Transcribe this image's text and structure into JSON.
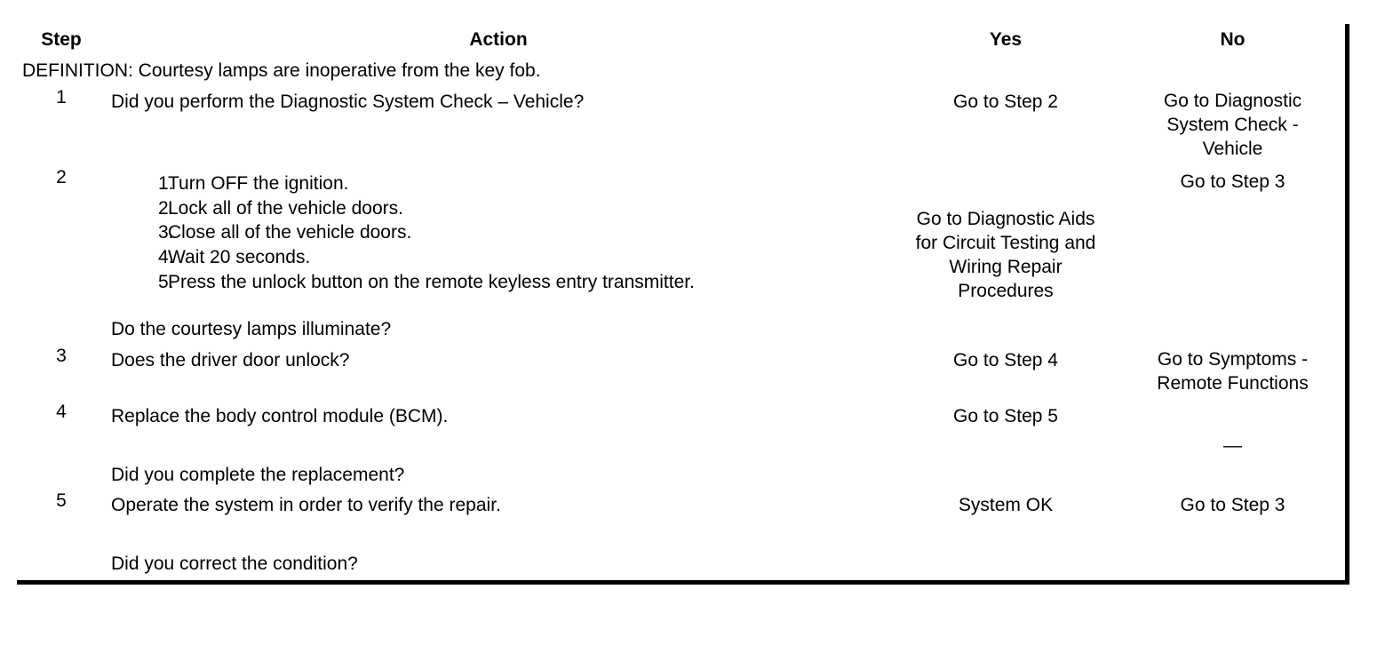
{
  "table": {
    "headers": {
      "step": "Step",
      "action": "Action",
      "yes": "Yes",
      "no": "No"
    },
    "definition": "DEFINITION: Courtesy lamps are inoperative from the key fob.",
    "rows": [
      {
        "step": "1",
        "action_lines": [
          "Did you perform the Diagnostic System Check – Vehicle?"
        ],
        "list": [],
        "question": "",
        "yes": [
          "Go to Step 2"
        ],
        "no": [
          "Go to Diagnostic",
          "System Check -",
          "Vehicle"
        ]
      },
      {
        "step": "2",
        "action_lines": [],
        "list": [
          {
            "num": "1.",
            "text": "Turn OFF the ignition."
          },
          {
            "num": "2.",
            "text": "Lock all of the vehicle doors."
          },
          {
            "num": "3.",
            "text": "Close all of the vehicle doors."
          },
          {
            "num": "4.",
            "text": "Wait 20 seconds."
          },
          {
            "num": "5.",
            "text": "Press the unlock button on the remote keyless entry transmitter."
          }
        ],
        "question": "Do the courtesy lamps illuminate?",
        "yes": [
          "Go to Diagnostic Aids",
          "for Circuit Testing and",
          "Wiring Repair",
          "Procedures"
        ],
        "no": [
          "Go to Step 3"
        ]
      },
      {
        "step": "3",
        "action_lines": [
          "Does the driver door unlock?"
        ],
        "list": [],
        "question": "",
        "yes": [
          "Go to Step 4"
        ],
        "no": [
          "Go to Symptoms -",
          "Remote Functions"
        ]
      },
      {
        "step": "4",
        "action_lines": [
          "Replace the body control module (BCM)."
        ],
        "list": [],
        "question": "Did you complete the replacement?",
        "yes": [
          "Go to Step 5"
        ],
        "no": [
          "—"
        ]
      },
      {
        "step": "5",
        "action_lines": [
          "Operate the system in order to verify the repair."
        ],
        "list": [],
        "question": "Did you correct the condition?",
        "yes": [
          "System OK"
        ],
        "no": [
          "Go to Step 3"
        ]
      }
    ]
  },
  "colors": {
    "border": "#000000",
    "background": "#ffffff",
    "text": "#000000"
  }
}
